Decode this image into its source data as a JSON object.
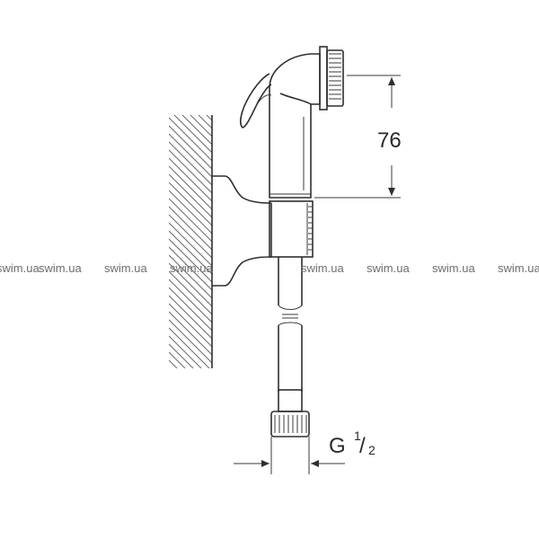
{
  "drawing": {
    "dimension_height": "76",
    "thread_label_prefix": "G ",
    "thread_num": "1",
    "thread_slash": "/",
    "thread_den": "2"
  },
  "watermarks": [
    "swim.ua",
    "swim.ua",
    "swim.ua",
    "swim.ua",
    "swim.ua",
    "swim.ua",
    "swim.ua",
    "swim.ua"
  ],
  "colors": {
    "line": "#2f2f2f",
    "watermark": "#6e6e6e",
    "background": "#ffffff"
  }
}
